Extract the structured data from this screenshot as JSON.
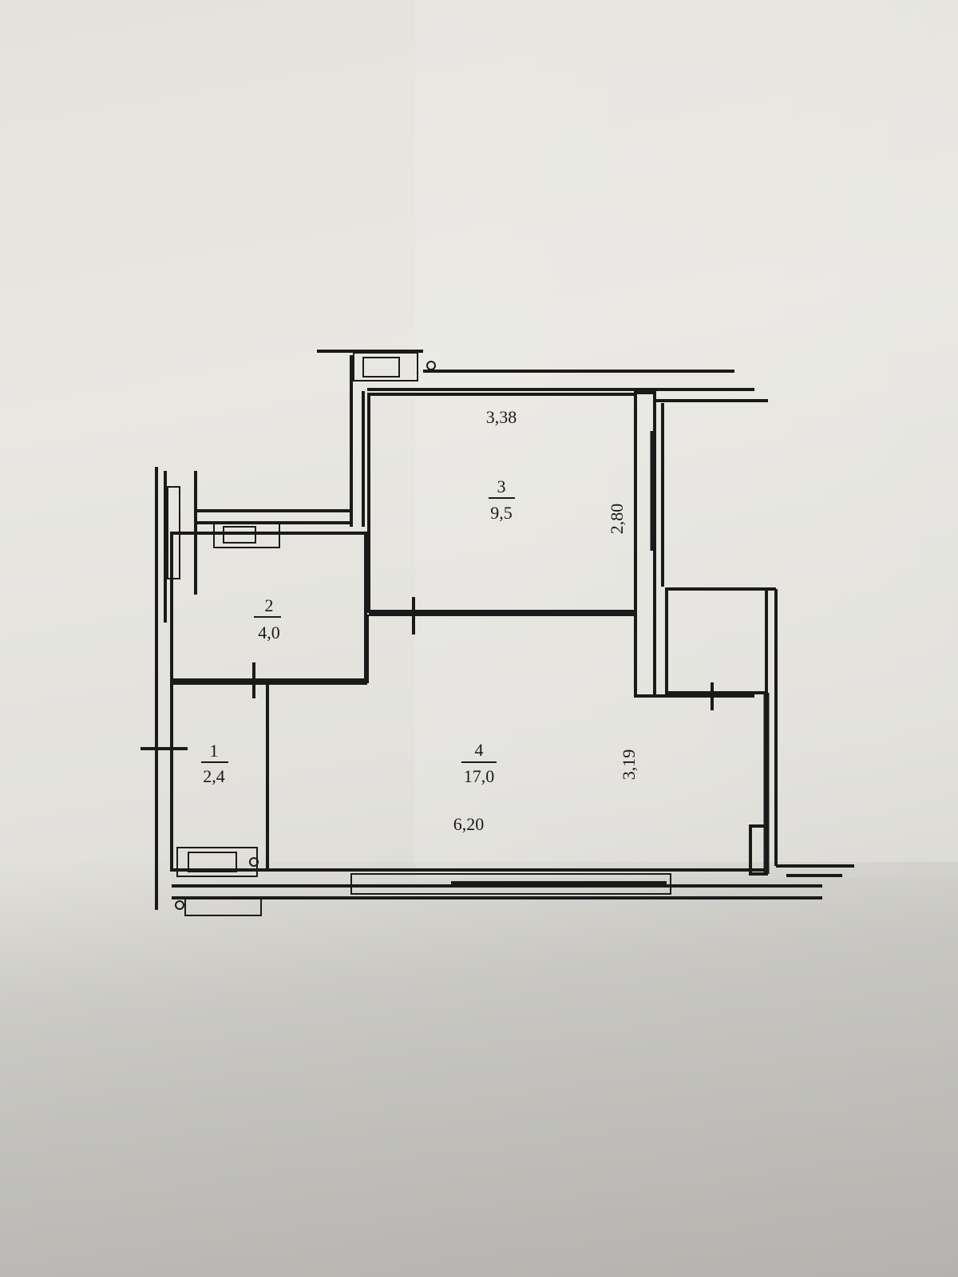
{
  "plan": {
    "rooms": [
      {
        "number": "1",
        "area": "2,4"
      },
      {
        "number": "2",
        "area": "4,0"
      },
      {
        "number": "3",
        "area": "9,5"
      },
      {
        "number": "4",
        "area": "17,0"
      }
    ],
    "dimensions": {
      "room3_width": "3,38",
      "room3_depth": "2,80",
      "room4_depth": "3,19",
      "room4_width": "6,20"
    }
  }
}
